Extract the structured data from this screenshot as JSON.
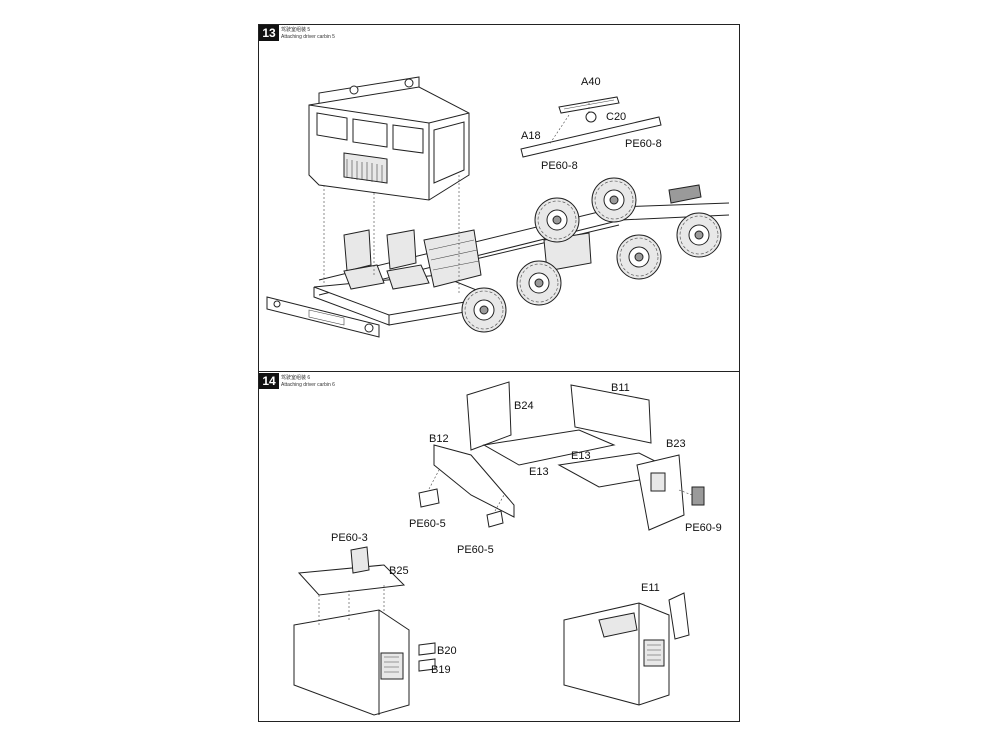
{
  "steps": [
    {
      "number": "13",
      "title_cn": "驾驶室组装 5",
      "title_en": "Attaching driver carbin 5",
      "parts": [
        "A40",
        "C20",
        "A18",
        "PE60-8",
        "PE60-8"
      ]
    },
    {
      "number": "14",
      "title_cn": "驾驶室组装 6",
      "title_en": "Attaching driver carbin 6",
      "parts": [
        "B24",
        "B11",
        "B12",
        "E13",
        "E13",
        "B23",
        "PE60-5",
        "PE60-5",
        "PE60-9",
        "PE60-3",
        "B25",
        "B20",
        "B19",
        "E11"
      ]
    }
  ]
}
